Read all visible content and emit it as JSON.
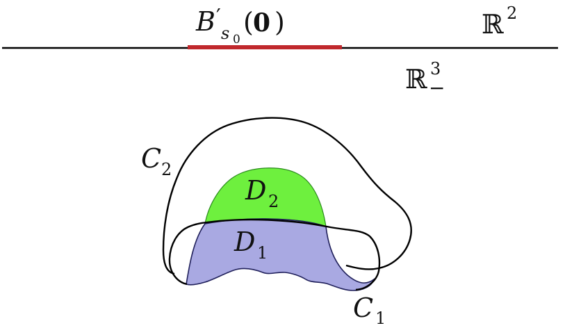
{
  "labels": {
    "ball": {
      "main": "B",
      "prime": "′",
      "sub": "s",
      "subsub": "0",
      "arg_open": "(",
      "arg": "0",
      "arg_close": ")"
    },
    "plane": {
      "main": "ℝ",
      "sup": "2"
    },
    "halfspace": {
      "main": "ℝ",
      "sup": "3",
      "sub": "−"
    },
    "curve_c2": {
      "main": "C",
      "sub": "2"
    },
    "curve_c1": {
      "main": "C",
      "sub": "1"
    },
    "region_d2": {
      "main": "D",
      "sub": "2"
    },
    "region_d1": {
      "main": "D",
      "sub": "1"
    }
  },
  "colors": {
    "line": "#000000",
    "segment": "#c0282c",
    "region_d2": "#6ef03e",
    "region_d1": "#a9a9e2"
  }
}
